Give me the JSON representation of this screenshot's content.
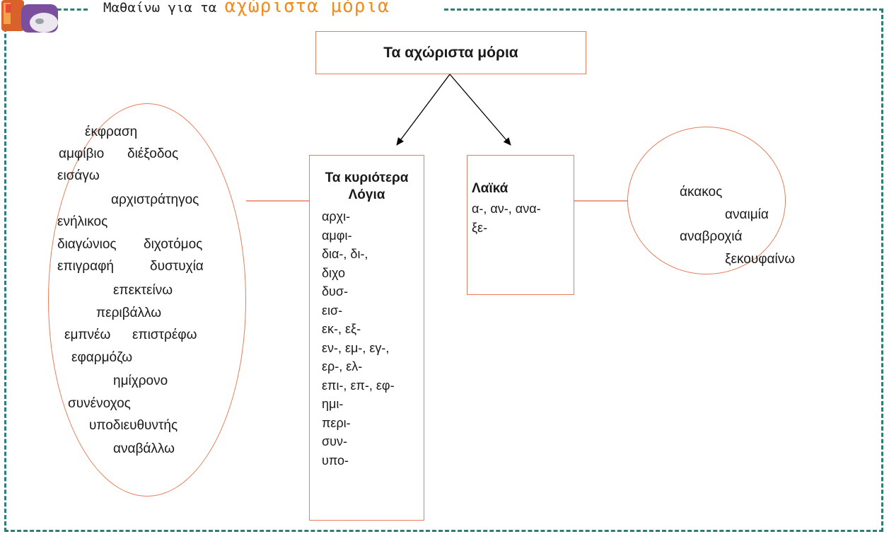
{
  "header": {
    "title_prefix": "Μαθαίνω για τα",
    "title_accent": "αχώριστα μόρια"
  },
  "diagram": {
    "root": "Τα αχώριστα μόρια",
    "learned": {
      "title_line1": "Τα κυριότερα",
      "title_line2": "Λόγια",
      "prefixes": [
        "αρχι-",
        "αμφι-",
        "δια-, δι-,",
        "διχο",
        "δυσ-",
        "εισ-",
        "εκ-, εξ-",
        "εν-, εμ-, εγ-,",
        "ερ-, ελ-",
        "επι-, επ-, εφ-",
        "ημι-",
        "περι-",
        "συν-",
        "υπο-"
      ]
    },
    "popular": {
      "title": "Λαϊκά",
      "prefixes": [
        "α-, αν-, ανα-",
        "ξε-"
      ]
    },
    "learned_examples": [
      "έκφραση",
      "αμφίβιο",
      "διέξοδος",
      "εισάγω",
      "αρχιστράτηγος",
      "ενήλικος",
      "διαγώνιος",
      "διχοτόμος",
      "επιγραφή",
      "δυστυχία",
      "επεκτείνω",
      "περιβάλλω",
      "εμπνέω",
      "επιστρέφω",
      "εφαρμόζω",
      "ημίχρονο",
      "συνένοχος",
      "υποδιευθυντής",
      "αναβάλλω"
    ],
    "popular_examples": [
      "άκακος",
      "αναιμία",
      "αναβροχιά",
      "ξεκουφαίνω"
    ]
  },
  "colors": {
    "frame": "#2e7d78",
    "box_border": "#e87d5a",
    "accent": "#f08c1e"
  },
  "icons": {
    "logo": "book-mascot-icon"
  }
}
